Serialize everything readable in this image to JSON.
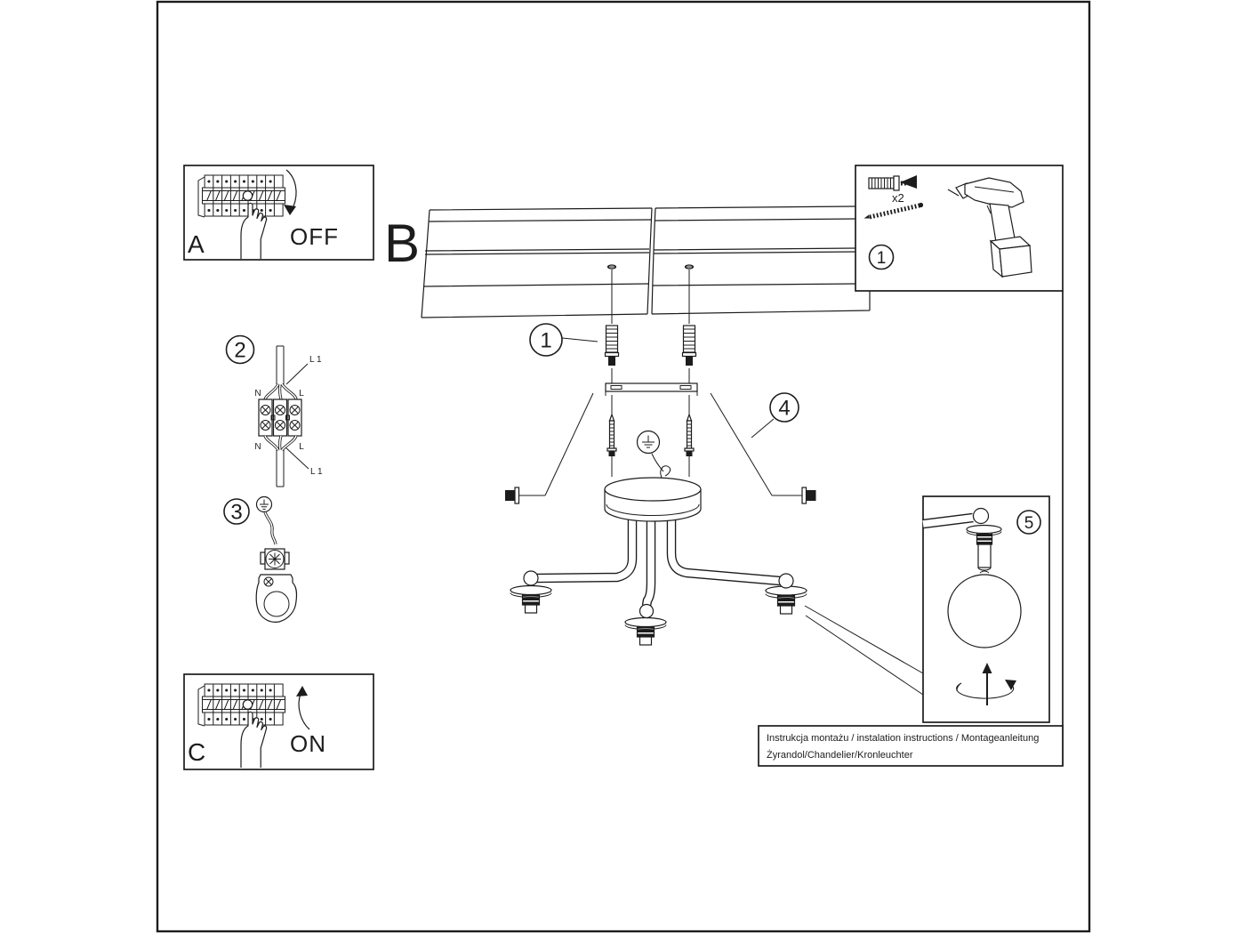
{
  "colors": {
    "ink": "#1c1c1c",
    "paper": "#ffffff"
  },
  "labels": {
    "step_a": "A",
    "step_b": "B",
    "step_c": "C",
    "off": "OFF",
    "on": "ON",
    "n1": "1",
    "n2": "2",
    "n3": "3",
    "n4": "4",
    "n5": "5",
    "qty": "x2"
  },
  "wiring": {
    "top_left": "N",
    "top_right": "L",
    "bottom_left": "N",
    "bottom_right": "L",
    "l1_top": "L 1",
    "l1_bottom": "L 1"
  },
  "footer": {
    "line1": "Instrukcja montażu / instalation instructions / Montageanleitung",
    "line2": "Żyrandol/Chandelier/Kronleuchter"
  }
}
